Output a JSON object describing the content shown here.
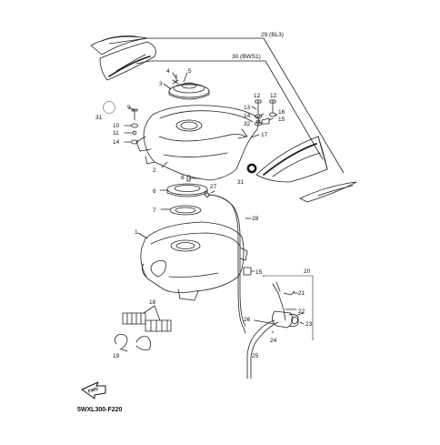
{
  "diagram": {
    "code": "5WXL300-F220",
    "fwd_label": "FWD",
    "labels": [
      {
        "id": "29",
        "text": "29 (BL3)"
      },
      {
        "id": "30",
        "text": "30 (BWS1)"
      },
      {
        "id": "4",
        "text": "4"
      },
      {
        "id": "5",
        "text": "5"
      },
      {
        "id": "3",
        "text": "3"
      },
      {
        "id": "9",
        "text": "9"
      },
      {
        "id": "31a",
        "text": "31"
      },
      {
        "id": "10",
        "text": "10"
      },
      {
        "id": "11",
        "text": "11"
      },
      {
        "id": "14a",
        "text": "14"
      },
      {
        "id": "2",
        "text": "2"
      },
      {
        "id": "8",
        "text": "8"
      },
      {
        "id": "12a",
        "text": "12"
      },
      {
        "id": "12b",
        "text": "12"
      },
      {
        "id": "13",
        "text": "13"
      },
      {
        "id": "16",
        "text": "16"
      },
      {
        "id": "14b",
        "text": "14"
      },
      {
        "id": "15a",
        "text": "15"
      },
      {
        "id": "32",
        "text": "32"
      },
      {
        "id": "17",
        "text": "17"
      },
      {
        "id": "31b",
        "text": "31"
      },
      {
        "id": "6",
        "text": "6"
      },
      {
        "id": "27",
        "text": "27"
      },
      {
        "id": "7",
        "text": "7"
      },
      {
        "id": "28",
        "text": "28"
      },
      {
        "id": "1",
        "text": "1"
      },
      {
        "id": "15b",
        "text": "15"
      },
      {
        "id": "20",
        "text": "20"
      },
      {
        "id": "21",
        "text": "21"
      },
      {
        "id": "22",
        "text": "22"
      },
      {
        "id": "23",
        "text": "23"
      },
      {
        "id": "26",
        "text": "26"
      },
      {
        "id": "24",
        "text": "24"
      },
      {
        "id": "25",
        "text": "25"
      },
      {
        "id": "18",
        "text": "18"
      },
      {
        "id": "19",
        "text": "19"
      }
    ]
  }
}
